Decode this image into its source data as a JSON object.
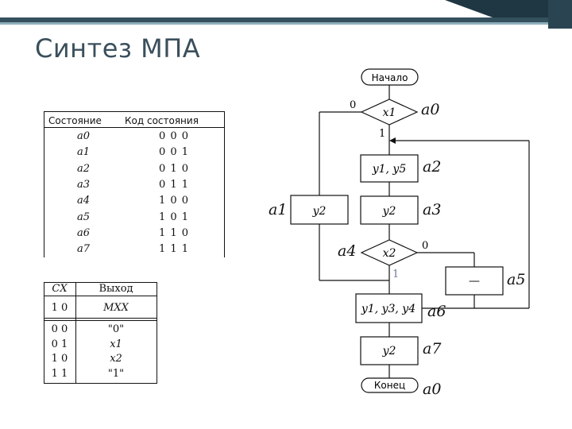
{
  "slide": {
    "title": "Синтез МПА",
    "colors": {
      "topbar": "#34515d",
      "title": "#3a4f5c",
      "line": "#111111"
    }
  },
  "state_table": {
    "headers": [
      "Состояние",
      "Код состояния"
    ],
    "rows": [
      {
        "state": "a0",
        "code": "0 0 0"
      },
      {
        "state": "a1",
        "code": "0 0 1"
      },
      {
        "state": "a2",
        "code": "0 1 0"
      },
      {
        "state": "a3",
        "code": "0 1 1"
      },
      {
        "state": "a4",
        "code": "1 0 0"
      },
      {
        "state": "a5",
        "code": "1 0 1"
      },
      {
        "state": "a6",
        "code": "1 1 0"
      },
      {
        "state": "a7",
        "code": "1 1 1"
      }
    ]
  },
  "mux_table": {
    "headers": [
      "CX",
      "Выход"
    ],
    "subheaders": [
      "1  0",
      "MXX"
    ],
    "rows": [
      {
        "cx": "0  0",
        "out": "\"0\""
      },
      {
        "cx": "0  1",
        "out": "x1"
      },
      {
        "cx": "1  0",
        "out": "x2"
      },
      {
        "cx": "1  1",
        "out": "\"1\""
      }
    ]
  },
  "flowchart": {
    "start": "Начало",
    "end": "Конец",
    "cond1": "x1",
    "cond2": "x2",
    "blocks": {
      "b_a2": "y1, y5",
      "b_a1": "y2",
      "b_a3": "y2",
      "b_a5": "—",
      "b_a6": "y1, y3, y4",
      "b_a7": "y2"
    },
    "edges": {
      "zero1": "0",
      "one1": "1",
      "zero2": "0",
      "one2": "1"
    },
    "states": {
      "a0_top": "a0",
      "a2": "a2",
      "a1": "a1",
      "a3": "a3",
      "a4": "a4",
      "a5": "a5",
      "a6": "a6",
      "a7": "a7",
      "a0_bottom": "a0"
    }
  }
}
